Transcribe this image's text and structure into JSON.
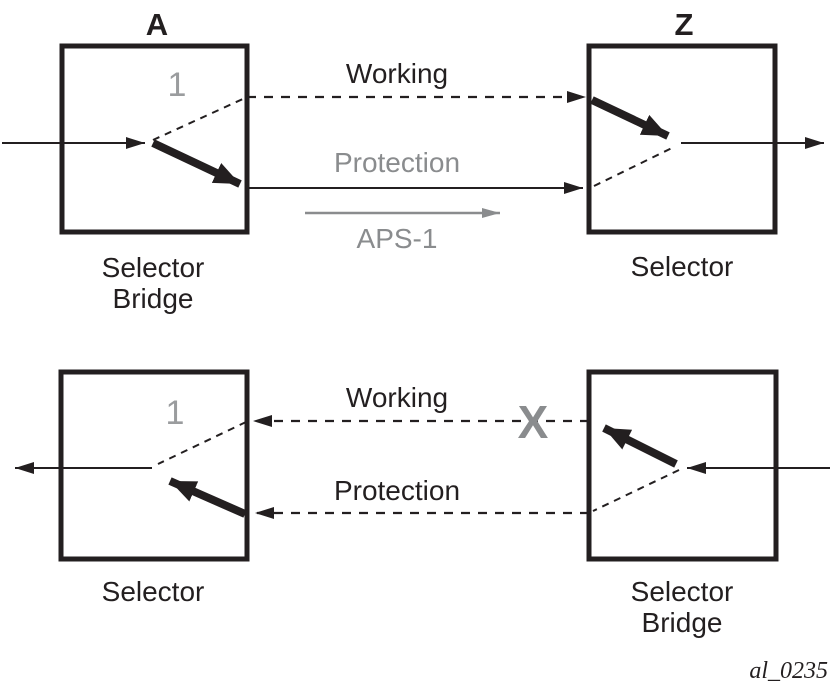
{
  "colors": {
    "line_black": "#231f20",
    "accent_gray": "#8a8c8e",
    "background": "#ffffff"
  },
  "figure_code": "al_0235",
  "top_scene": {
    "node_a": {
      "title": "A",
      "bridge_input_number": "1",
      "caption": [
        "Selector",
        "Bridge"
      ]
    },
    "node_z": {
      "title": "Z",
      "caption": [
        "Selector"
      ]
    },
    "working_line_label": "Working",
    "protection_line_label": "Protection",
    "aps_arrow_label": "APS-1"
  },
  "bottom_scene": {
    "node_left": {
      "bridge_input_number": "1",
      "caption": [
        "Selector"
      ]
    },
    "node_right": {
      "caption": [
        "Selector",
        "Bridge"
      ]
    },
    "working_line_label": "Working",
    "protection_line_label": "Protection",
    "failure_mark": "X"
  }
}
